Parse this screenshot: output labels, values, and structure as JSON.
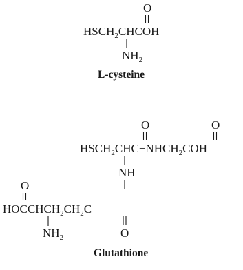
{
  "cysteine": {
    "oxygen": "O",
    "chain": [
      "HSCH",
      "2",
      "CHCOH"
    ],
    "amine": [
      "NH",
      "2"
    ],
    "caption": "L-cysteine"
  },
  "glutathione": {
    "oxygen_left": "O",
    "oxygen_right": "O",
    "chain_top": [
      "HSCH",
      "2",
      "CHC",
      "−",
      "NHCH",
      "2",
      "COH"
    ],
    "amide_nh": "NH",
    "oxygen_glu": "O",
    "chain_bottom": [
      "HOCCHCH",
      "2",
      "CH",
      "2",
      "C"
    ],
    "amine": [
      "NH",
      "2"
    ],
    "oxygen_bottom": "O",
    "caption": "Glutathione"
  }
}
